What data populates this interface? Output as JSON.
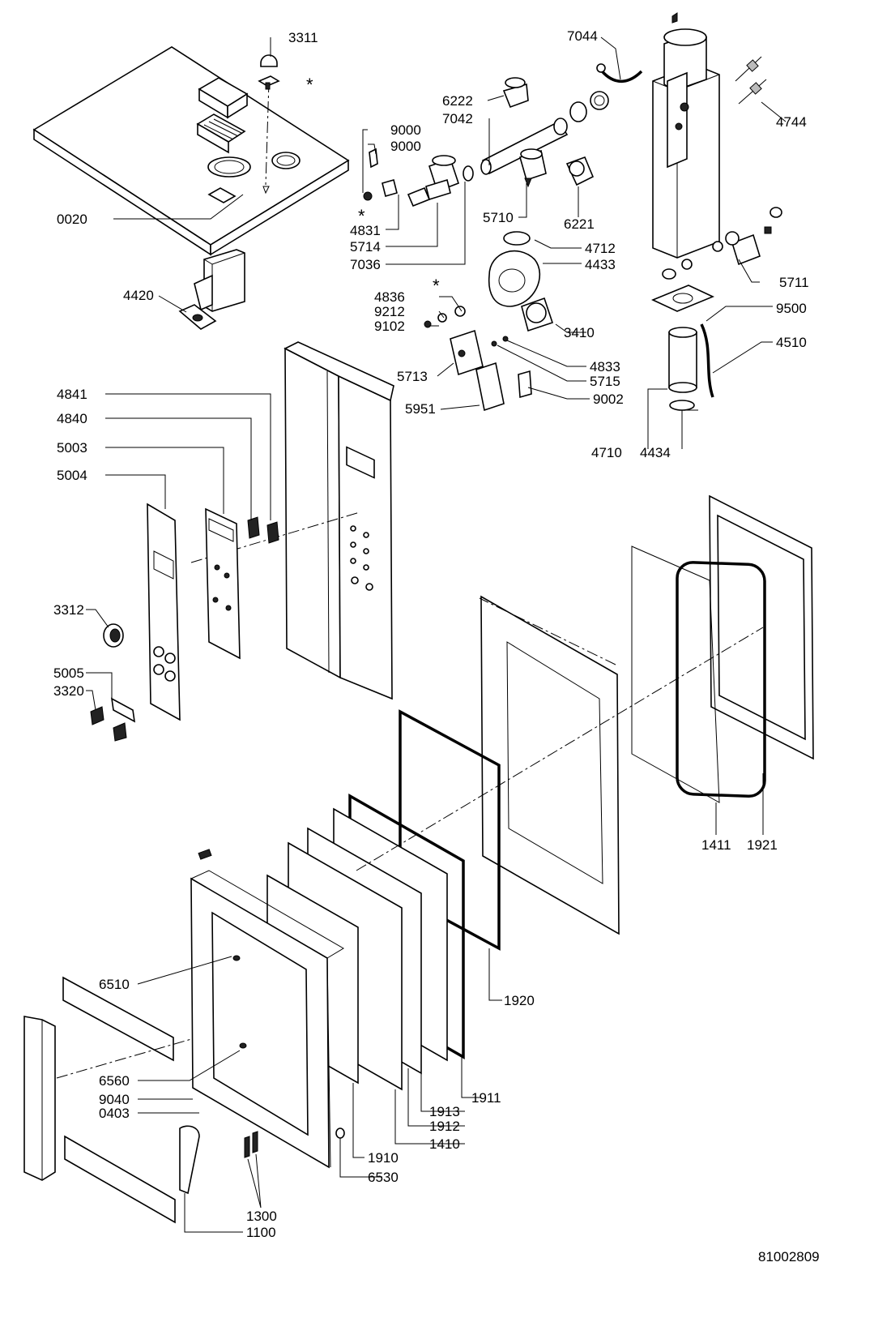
{
  "diagram": {
    "document_number": "81002809",
    "asterisk": "*",
    "part_labels": {
      "p3311": "3311",
      "p0020": "0020",
      "p4420": "4420",
      "p7044": "7044",
      "p4744": "4744",
      "p6222": "6222",
      "p7042": "7042",
      "p9000a": "9000",
      "p9000b": "9000",
      "p4831": "4831",
      "p5714": "5714",
      "p7036": "7036",
      "p5710": "5710",
      "p6221": "6221",
      "p4712": "4712",
      "p4433": "4433",
      "p5711": "5711",
      "p4836": "4836",
      "p9212": "9212",
      "p9102": "9102",
      "p3410": "3410",
      "p9500": "9500",
      "p4510": "4510",
      "p4833": "4833",
      "p5713": "5713",
      "p5715": "5715",
      "p9002": "9002",
      "p5951": "5951",
      "p4710": "4710",
      "p4434": "4434",
      "p4841": "4841",
      "p4840": "4840",
      "p5003": "5003",
      "p5004": "5004",
      "p3312": "3312",
      "p5005": "5005",
      "p3320": "3320",
      "p1411": "1411",
      "p1921": "1921",
      "p1920": "1920",
      "p6510": "6510",
      "p6560": "6560",
      "p9040": "9040",
      "p0403": "0403",
      "p1911": "1911",
      "p1913": "1913",
      "p1912": "1912",
      "p1410": "1410",
      "p1910": "1910",
      "p6530": "6530",
      "p1300": "1300",
      "p1100": "1100"
    }
  }
}
